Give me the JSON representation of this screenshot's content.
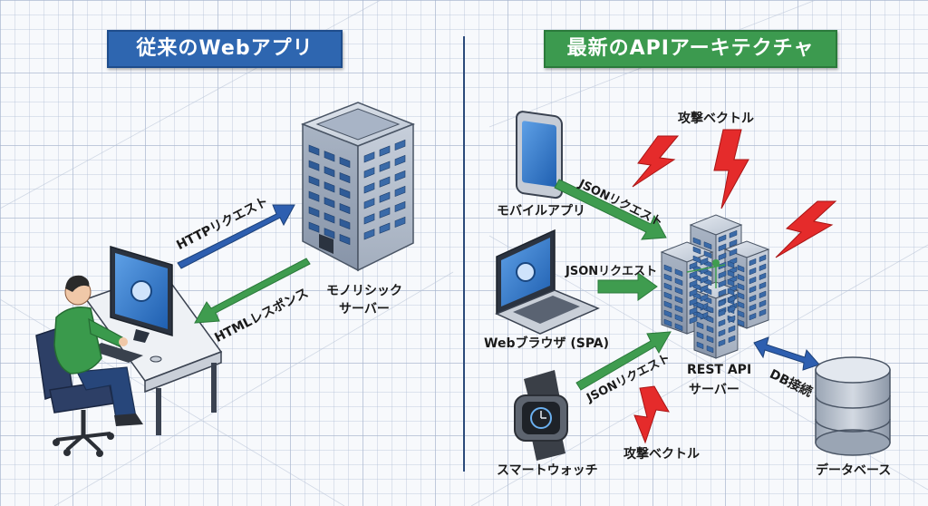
{
  "titles": {
    "left": "従来のWebアプリ",
    "right": "最新のAPIアーキテクチャ"
  },
  "left_panel": {
    "http_request": "HTTPリクエスト",
    "html_response": "HTMLレスポンス",
    "server_line1": "モノリシック",
    "server_line2": "サーバー"
  },
  "right_panel": {
    "mobile_app": "モバイルアプリ",
    "web_browser": "Webブラウザ (SPA)",
    "smartwatch": "スマートウォッチ",
    "json_request": "JSONリクエスト",
    "api_server_line1": "REST API",
    "api_server_line2": "サーバー",
    "db_connection": "DB接続",
    "database": "データベース",
    "attack_vector": "攻撃ベクトル"
  },
  "colors": {
    "left_title_bg": "#2e66b0",
    "right_title_bg": "#3c9a4f",
    "request_arrow": "#2e5fb0",
    "response_arrow": "#3f9c4f",
    "attack_bolt": "#e52b2b",
    "divider": "#2b4a7a"
  },
  "icons": [
    "desktop-computer-icon",
    "person-icon",
    "office-chair-icon",
    "monolithic-server-building-icon",
    "smartphone-icon",
    "laptop-icon",
    "smartwatch-icon",
    "api-server-cluster-icon",
    "database-icon",
    "lightning-bolt-icon"
  ]
}
